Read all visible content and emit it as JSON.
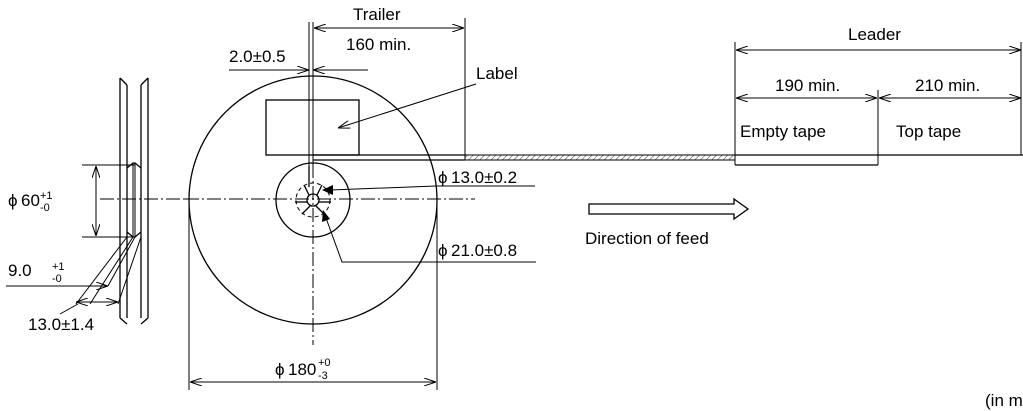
{
  "labels": {
    "trailer": "Trailer",
    "trailer_len": "160 min.",
    "flange": "2.0±0.5",
    "label": "Label",
    "leader": "Leader",
    "empty_len": "190 min.",
    "top_len": "210 min.",
    "empty_tape": "Empty tape",
    "top_tape": "Top tape",
    "hub_inner": "13.0±0.2",
    "hub_outer": "21.0±0.8",
    "direction": "Direction of feed",
    "hub60": "60",
    "hub60_tol_plus": "+1",
    "hub60_tol_minus": "-0",
    "width9": "9.0",
    "width9_tol_plus": "+1",
    "width9_tol_minus": "-0",
    "width13": "13.0±1.4",
    "reel180": "180",
    "reel180_tol_plus": "+0",
    "reel180_tol_minus": "-3",
    "phi": "ϕ",
    "units": "(in mm)"
  }
}
